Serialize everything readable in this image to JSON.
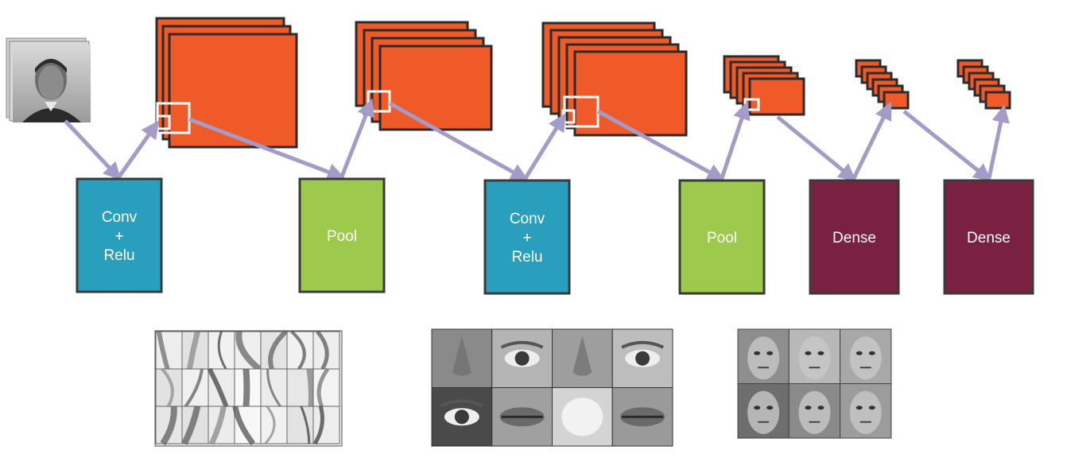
{
  "blocks": [
    {
      "id": "conv1",
      "lines": [
        "Conv",
        "+",
        "Relu"
      ],
      "color": "#2a9fbd"
    },
    {
      "id": "pool1",
      "lines": [
        "Pool"
      ],
      "color": "#9dc94c"
    },
    {
      "id": "conv2",
      "lines": [
        "Conv",
        "+",
        "Relu"
      ],
      "color": "#2a9fbd"
    },
    {
      "id": "pool2",
      "lines": [
        "Pool"
      ],
      "color": "#9dc94c"
    },
    {
      "id": "dense1",
      "lines": [
        "Dense"
      ],
      "color": "#7a2142"
    },
    {
      "id": "dense2",
      "lines": [
        "Dense"
      ],
      "color": "#7a2142"
    }
  ],
  "colors": {
    "feature_map": "#f05a28",
    "feature_map_border": "#2b2b2b",
    "arrow": "#a59bc9",
    "block_border": "#3a3a3a"
  },
  "images": [
    {
      "name": "input-face-photo",
      "description_tag": "input-image"
    },
    {
      "name": "edge-features-grid",
      "description_tag": "low-level-features"
    },
    {
      "name": "face-part-features-grid",
      "description_tag": "mid-level-features"
    },
    {
      "name": "face-features-grid",
      "description_tag": "high-level-features"
    }
  ]
}
